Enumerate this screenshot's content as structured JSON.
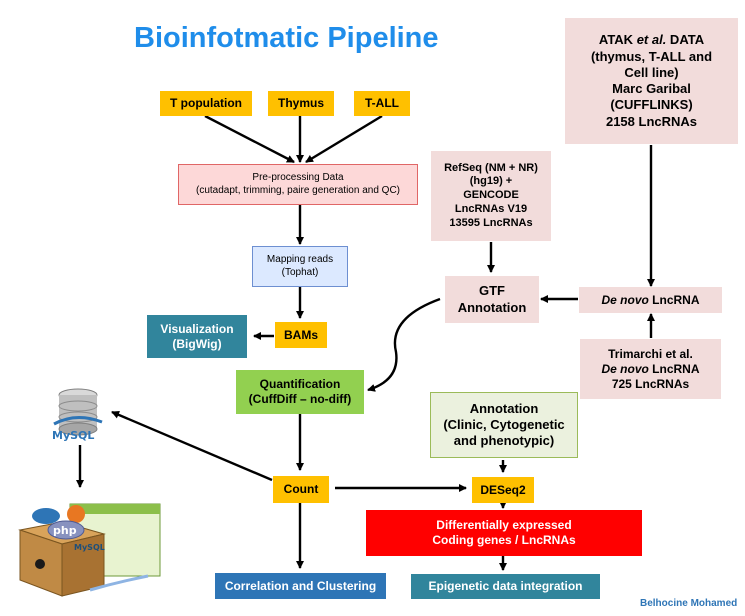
{
  "title": "Bioinfotmatic Pipeline",
  "inputs": [
    "T population",
    "Thymus",
    "T-ALL"
  ],
  "preprocessing": [
    "Pre-processing Data",
    "(cutadapt, trimming, paire generation and QC)"
  ],
  "mapping": [
    "Mapping reads",
    "(Tophat)"
  ],
  "bams": "BAMs",
  "visualization": [
    "Visualization",
    "(BigWig)"
  ],
  "quantification": [
    "Quantification",
    "(CuffDiff – no-diff)"
  ],
  "count": "Count",
  "correlation": "Correlation and Clustering",
  "deseq": "DESeq2",
  "diff_expressed": [
    "Differentially expressed",
    "Coding genes / LncRNAs"
  ],
  "epigenetic": "Epigenetic data integration",
  "annotation_clinic": [
    "Annotation",
    "(Clinic, Cytogenetic",
    "and phenotypic)"
  ],
  "gtf": [
    "GTF",
    "Annotation"
  ],
  "refseq": [
    "RefSeq (NM + NR)",
    "(hg19) +",
    "GENCODE",
    "LncRNAs V19",
    "13595 LncRNAs"
  ],
  "atak": {
    "line1_prefix": "ATAK ",
    "line1_italic": "et al.",
    "line1_suffix": " DATA",
    "rest": [
      "(thymus, T-ALL and",
      "Cell line)",
      "Marc Garibal",
      "(CUFFLINKS)",
      "2158 LncRNAs"
    ]
  },
  "denovo": {
    "italic": "De novo",
    "suffix": " LncRNA"
  },
  "trimarchi": {
    "line1": "Trimarchi et al.",
    "italic": "De novo",
    "suffix": " LncRNA",
    "line3": "725 LncRNAs"
  },
  "icons": [
    "mysql-database-icon",
    "php-mysql-box-icon"
  ],
  "icon_text": {
    "db_label": "MySQL",
    "box_php": "php",
    "box_mysql": "MySQL"
  },
  "credit": "Belhocine Mohamed"
}
